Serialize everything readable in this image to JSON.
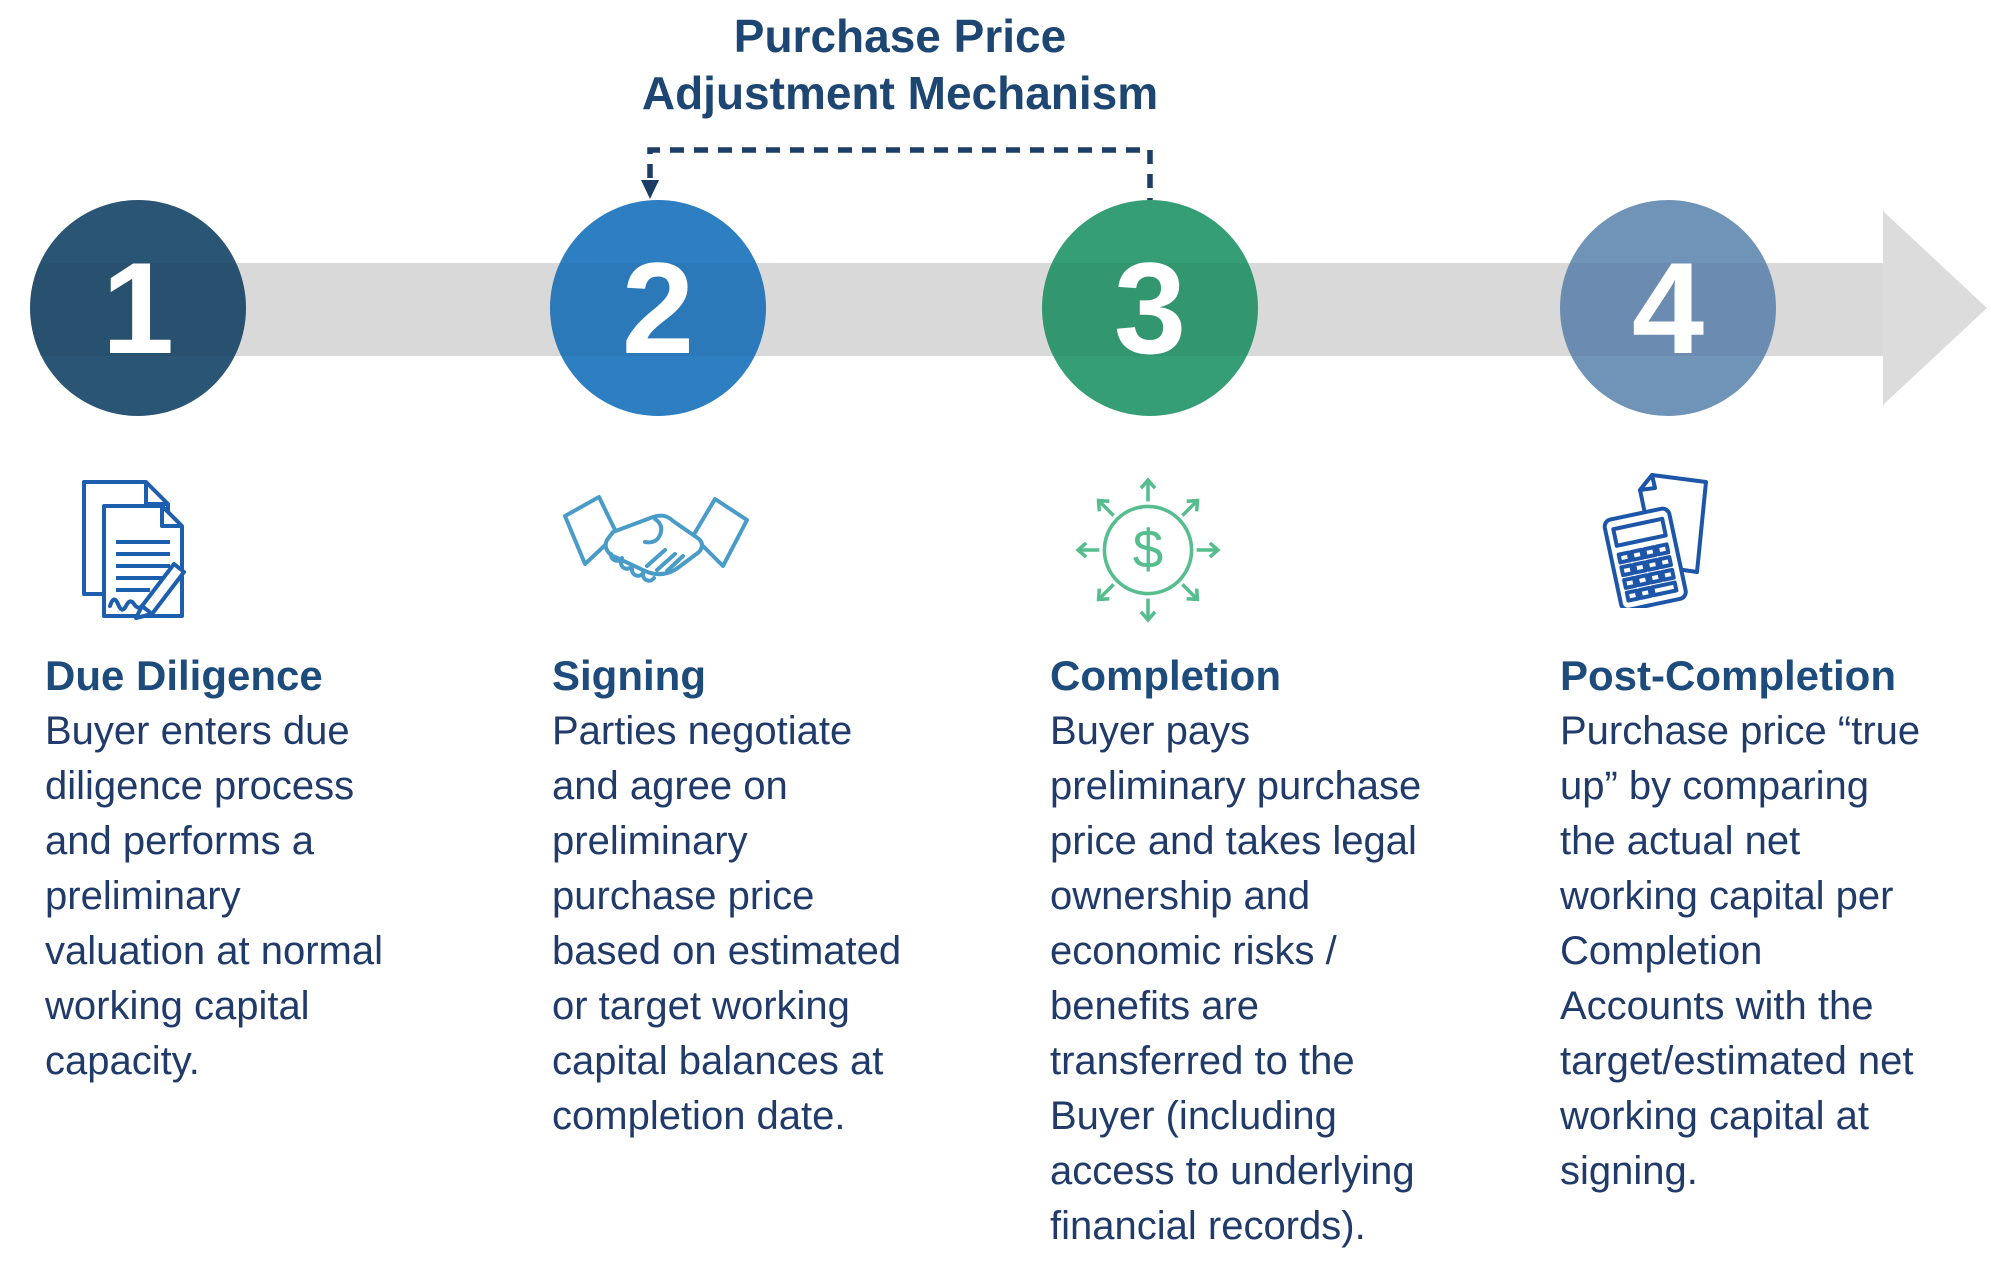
{
  "title": {
    "text": "Purchase Price\nAdjustment Mechanism"
  },
  "steps": [
    {
      "number": "1",
      "heading": "Due Diligence",
      "body": "Buyer enters due\ndiligence process\nand performs a\npreliminary\nvaluation at normal\nworking capital\ncapacity.",
      "icon": "signed-documents-icon",
      "circle_color": "#2a5574",
      "icon_color": "#1d5fae"
    },
    {
      "number": "2",
      "heading": "Signing",
      "body": "Parties negotiate\nand agree on\npreliminary\npurchase price\nbased on estimated\nor target working\ncapital balances at\ncompletion date.",
      "icon": "handshake-icon",
      "circle_color": "#2d7fc1",
      "icon_color": "#4a9cc8"
    },
    {
      "number": "3",
      "heading": "Completion",
      "body": "Buyer pays\npreliminary purchase\nprice and takes legal\nownership and\neconomic risks /\nbenefits are\ntransferred to the\nBuyer (including\naccess to underlying\nfinancial records).",
      "icon": "dollar-distribution-icon",
      "circle_color": "#359e74",
      "icon_color": "#55bd8e"
    },
    {
      "number": "4",
      "heading": "Post-Completion",
      "body": "Purchase price “true\nup” by comparing\nthe actual net\nworking capital per\nCompletion\nAccounts with the\ntarget/estimated net\nworking capital at\nsigning.",
      "icon": "calculator-paper-icon",
      "circle_color": "#7093b8",
      "icon_color": "#1d56a8"
    }
  ],
  "timeline": {
    "band_color": "#d9d9d9",
    "connector_color": "#1c3d66",
    "title_color": "#1d4673",
    "heading_color": "#1d4b7c",
    "body_color": "#203a69"
  }
}
